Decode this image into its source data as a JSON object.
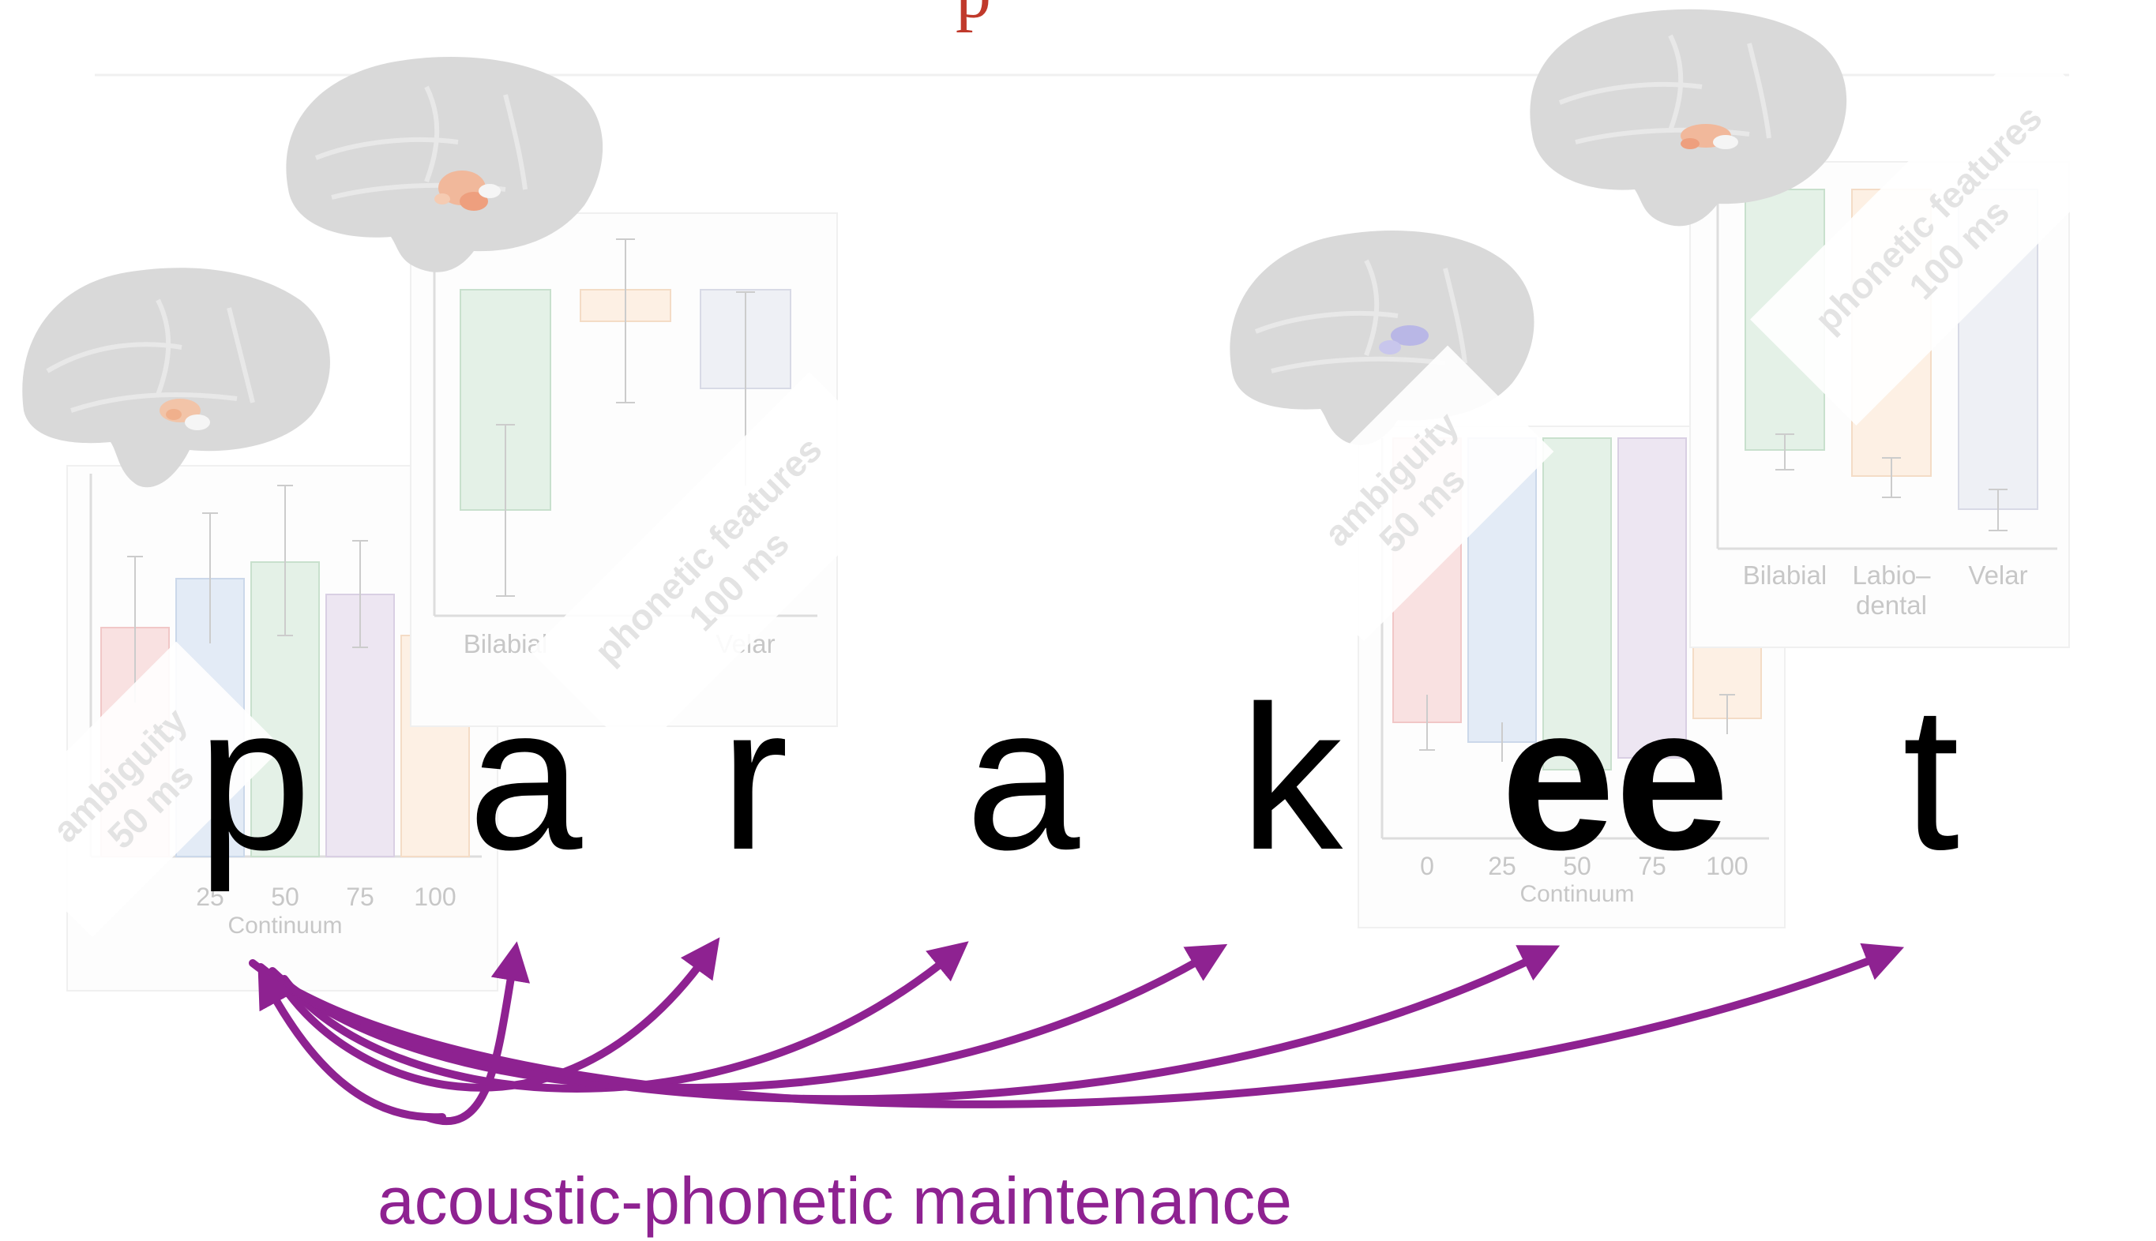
{
  "title_fragment": "p",
  "colors": {
    "title_red": "#c0392b",
    "arrow_purple": "#8e2291",
    "bar_red": "#f4c6c6",
    "bar_blue": "#c9d9ef",
    "bar_green": "#c9e4cf",
    "bar_purple": "#dcd2e6",
    "bar_orange": "#f9d7b8",
    "bar_gray": "#d8dae6"
  },
  "word": {
    "letters": [
      "p",
      "a",
      "r",
      "a",
      "k",
      "ee",
      "t"
    ],
    "emphasized_index": 5
  },
  "caption": "acoustic-phonetic maintenance",
  "panels": [
    {
      "id": "left-continuum",
      "badge_lines": [
        "ambiguity",
        "50 ms"
      ],
      "tick_labels": [
        "25",
        "50",
        "75",
        "100"
      ],
      "axis_label": "Continuum"
    },
    {
      "id": "left-place",
      "badge_lines": [
        "phonetic features",
        "100 ms"
      ],
      "tick_labels": [
        "Bilabial",
        "Velar"
      ]
    },
    {
      "id": "right-continuum",
      "badge_lines": [
        "ambiguity",
        "50 ms"
      ],
      "tick_labels": [
        "0",
        "25",
        "50",
        "75",
        "100"
      ],
      "axis_label": "Continuum"
    },
    {
      "id": "right-place",
      "badge_lines": [
        "phonetic features",
        "100 ms"
      ],
      "tick_labels": [
        "Bilabial",
        "Labio–",
        "dental",
        "Velar"
      ]
    }
  ]
}
